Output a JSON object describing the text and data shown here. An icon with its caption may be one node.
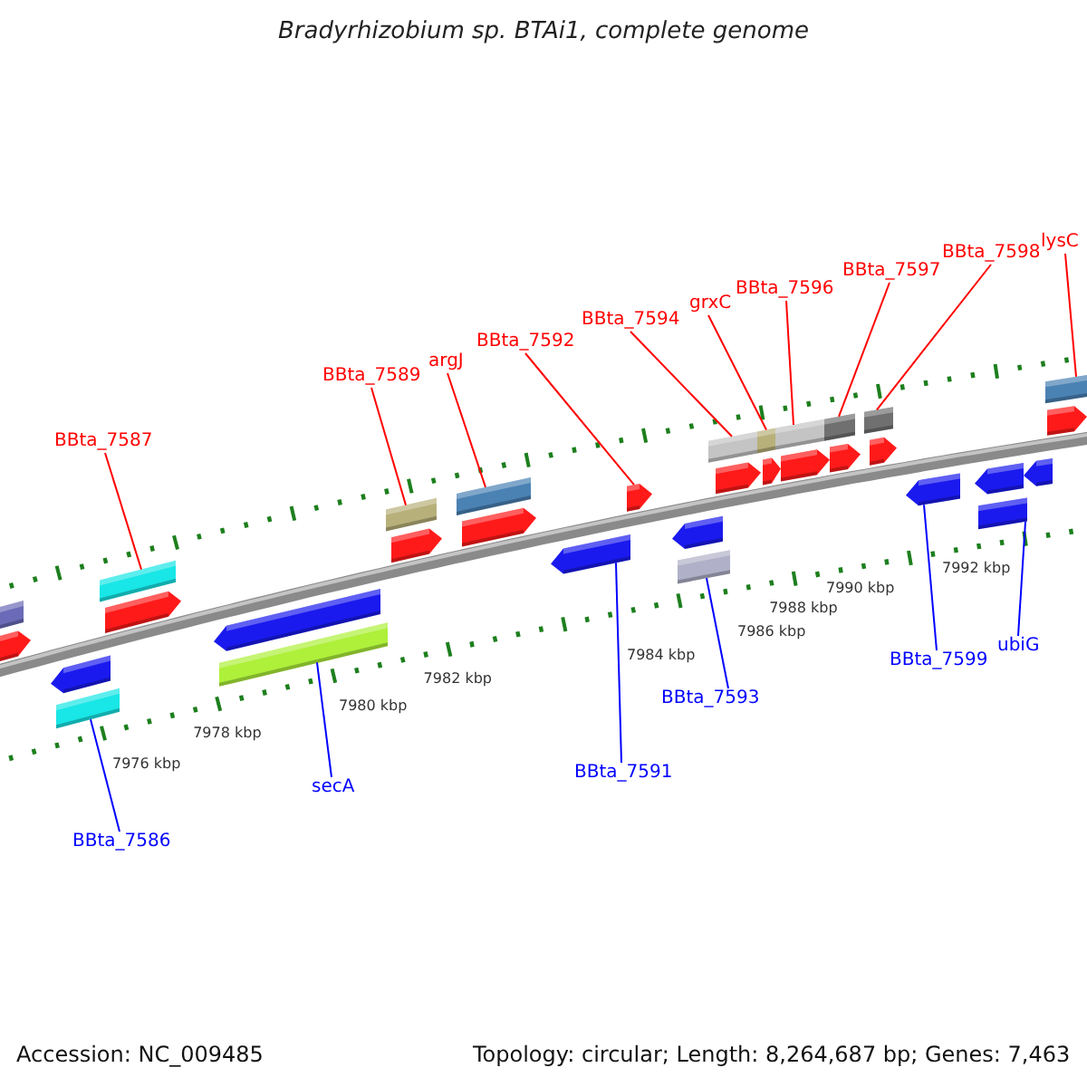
{
  "diagram": {
    "title": "Bradyrhizobium sp. BTAi1, complete genome",
    "nodes": [
      {
        "text": [
          "BBta_7587"
        ]
      },
      {
        "text": [
          "BBta_7589"
        ]
      },
      {
        "text": [
          "argJ"
        ]
      },
      {
        "text": [
          "BBta_7592"
        ]
      },
      {
        "text": [
          "BBta_7594"
        ]
      },
      {
        "text": [
          "grxC"
        ]
      },
      {
        "text": [
          "BBta_7596"
        ]
      },
      {
        "text": [
          "BBta_7597"
        ]
      },
      {
        "text": [
          "BBta_7598"
        ]
      },
      {
        "text": [
          "lysC"
        ]
      },
      {
        "text": [
          "BBta_7586"
        ]
      },
      {
        "text": [
          "secA"
        ]
      },
      {
        "text": [
          "BBta_7591"
        ]
      },
      {
        "text": [
          "BBta_7593"
        ]
      },
      {
        "text": [
          "BBta_7599"
        ]
      },
      {
        "text": [
          "ubiG"
        ]
      },
      {
        "text": [],
        "shape": "bar"
      },
      {
        "text": [],
        "shape": "pentagon"
      },
      {
        "text": [],
        "shape": "pentagon"
      },
      {
        "text": [],
        "shape": "bar"
      },
      {
        "text": [],
        "shape": "bar"
      },
      {
        "text": [],
        "shape": "pentagon"
      },
      {
        "text": [],
        "shape": "pentagon"
      },
      {
        "text": [],
        "shape": "bar"
      },
      {
        "text": [],
        "shape": "bar"
      },
      {
        "text": [],
        "shape": "pentagon"
      },
      {
        "text": [],
        "shape": "bar"
      },
      {
        "text": [],
        "shape": "pentagon"
      },
      {
        "text": [],
        "shape": "pentagon"
      },
      {
        "text": [],
        "shape": "pentagon"
      },
      {
        "text": [],
        "shape": "pentagon"
      },
      {
        "text": [],
        "shape": "bar"
      },
      {
        "text": [],
        "shape": "bar"
      },
      {
        "text": [],
        "shape": "pentagon"
      },
      {
        "text": [],
        "shape": "bar"
      },
      {
        "text": [],
        "shape": "pentagon"
      },
      {
        "text": [],
        "shape": "bar"
      },
      {
        "text": [],
        "shape": "pentagon"
      },
      {
        "text": [],
        "shape": "bar"
      },
      {
        "text": [],
        "shape": "pentagon"
      },
      {
        "text": [],
        "shape": "bar"
      },
      {
        "text": [],
        "shape": "pentagon"
      },
      {
        "text": [],
        "shape": "pentagon"
      },
      {
        "text": [],
        "shape": "pentagon"
      },
      {
        "text": [],
        "shape": "bar"
      },
      {
        "text": [],
        "shape": "pentagon"
      },
      {
        "text": [],
        "shape": "bar"
      },
      {
        "text": [],
        "shape": "pentagon"
      }
    ],
    "edges": [
      {
        "from": 0,
        "to": 20,
        "arrow": "none"
      },
      {
        "from": 1,
        "to": 24,
        "arrow": "none"
      },
      {
        "from": 2,
        "to": 26,
        "arrow": "none"
      },
      {
        "from": 3,
        "to": 29,
        "arrow": "none"
      },
      {
        "from": 4,
        "to": 32,
        "arrow": "none"
      },
      {
        "from": 5,
        "to": 34,
        "arrow": "none"
      },
      {
        "from": 6,
        "to": 36,
        "arrow": "none"
      },
      {
        "from": 7,
        "to": 38,
        "arrow": "none"
      },
      {
        "from": 8,
        "to": 40,
        "arrow": "none"
      },
      {
        "from": 9,
        "to": 46,
        "arrow": "none"
      },
      {
        "from": 10,
        "to": 19,
        "arrow": "none",
        "color": "#0000ff"
      },
      {
        "from": 11,
        "to": 23,
        "arrow": "none",
        "color": "#0000ff"
      },
      {
        "from": 12,
        "to": 28,
        "arrow": "none",
        "color": "#0000ff"
      },
      {
        "from": 13,
        "to": 31,
        "arrow": "none",
        "color": "#0000ff"
      },
      {
        "from": 14,
        "to": 42,
        "arrow": "none",
        "color": "#0000ff"
      },
      {
        "from": 15,
        "to": 44,
        "arrow": "none",
        "color": "#0000ff"
      }
    ],
    "labels": [
      "7976 kbp",
      "7978 kbp",
      "7980 kbp",
      "7982 kbp",
      "7984 kbp",
      "7986 kbp",
      "7988 kbp",
      "7990 kbp",
      "7992 kbp",
      "Accession: NC_009485",
      "Topology: circular; Length: 8,264,687 bp; Genes: 7,463"
    ]
  }
}
